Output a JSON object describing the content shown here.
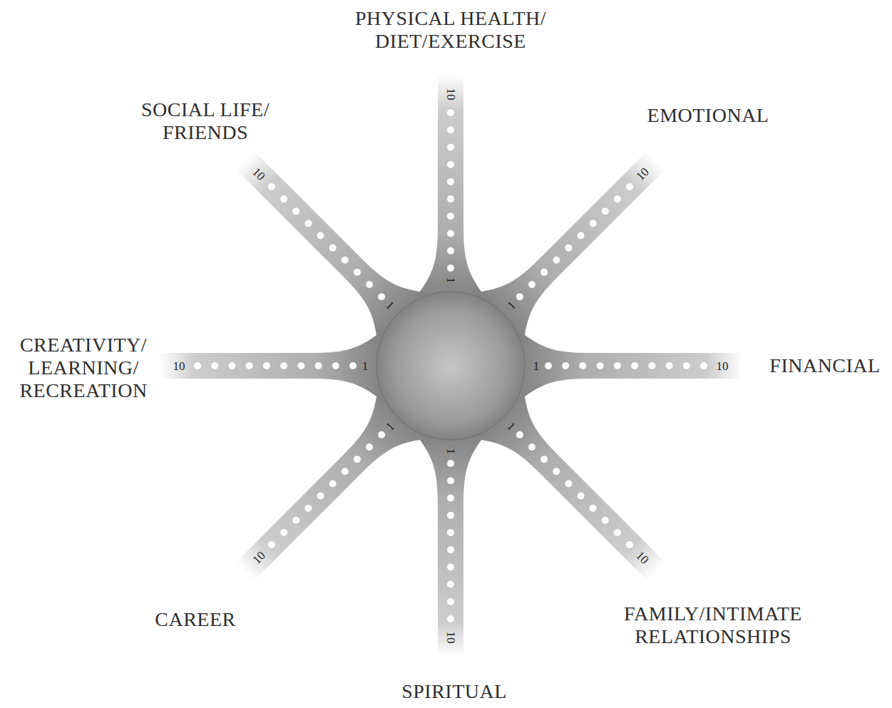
{
  "diagram": {
    "labels": [
      "PHYSICAL HEALTH/ DIET/EXERCISE",
      "1",
      "10",
      "EMOTIONAL",
      "1",
      "10",
      "FINANCIAL",
      "1",
      "10",
      "FAMILY/INTIMATE RELATIONSHIPS",
      "1",
      "10",
      "SPIRITUAL",
      "1",
      "10",
      "CAREER",
      "1",
      "10",
      "CREATIVITY/ LEARNING/ RECREATION",
      "1",
      "10",
      "SOCIAL LIFE/ FRIENDS",
      "1",
      "10"
    ]
  }
}
